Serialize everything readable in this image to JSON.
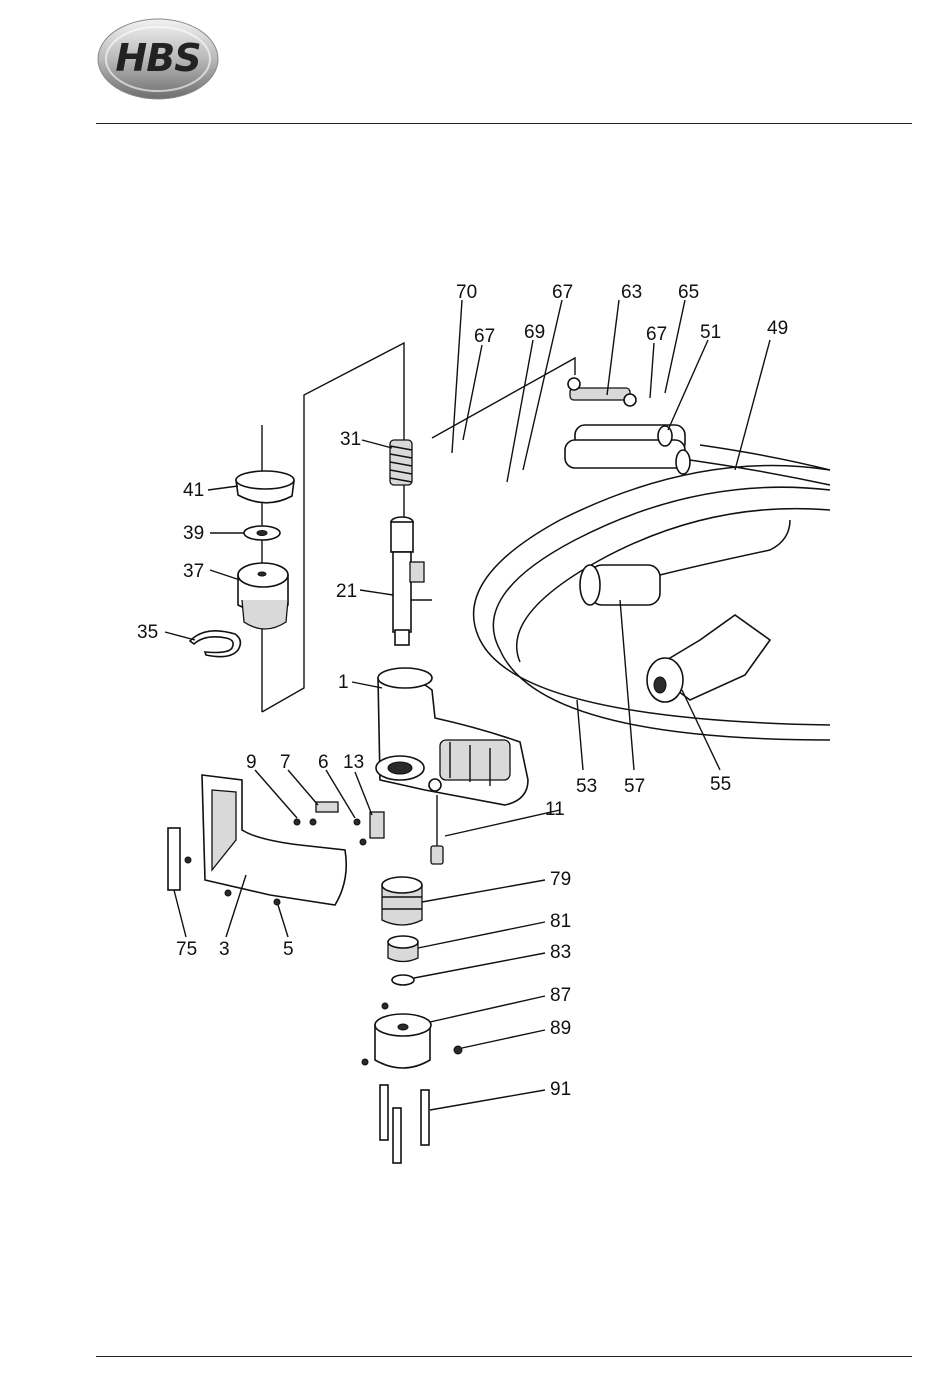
{
  "header": {
    "logo_text": "HBS"
  },
  "callouts": [
    {
      "id": "c70",
      "label": "70"
    },
    {
      "id": "c67a",
      "label": "67"
    },
    {
      "id": "c67b",
      "label": "67"
    },
    {
      "id": "c69",
      "label": "69"
    },
    {
      "id": "c63",
      "label": "63"
    },
    {
      "id": "c65",
      "label": "65"
    },
    {
      "id": "c67c",
      "label": "67"
    },
    {
      "id": "c51",
      "label": "51"
    },
    {
      "id": "c49",
      "label": "49"
    },
    {
      "id": "c31",
      "label": "31"
    },
    {
      "id": "c41",
      "label": "41"
    },
    {
      "id": "c39",
      "label": "39"
    },
    {
      "id": "c37",
      "label": "37"
    },
    {
      "id": "c21",
      "label": "21"
    },
    {
      "id": "c35",
      "label": "35"
    },
    {
      "id": "c1",
      "label": "1"
    },
    {
      "id": "c57",
      "label": "57"
    },
    {
      "id": "c55",
      "label": "55"
    },
    {
      "id": "c53",
      "label": "53"
    },
    {
      "id": "c9",
      "label": "9"
    },
    {
      "id": "c7",
      "label": "7"
    },
    {
      "id": "c6",
      "label": "6"
    },
    {
      "id": "c13",
      "label": "13"
    },
    {
      "id": "c11",
      "label": "11"
    },
    {
      "id": "c79",
      "label": "79"
    },
    {
      "id": "c81",
      "label": "81"
    },
    {
      "id": "c83",
      "label": "83"
    },
    {
      "id": "c87",
      "label": "87"
    },
    {
      "id": "c89",
      "label": "89"
    },
    {
      "id": "c91",
      "label": "91"
    },
    {
      "id": "c75",
      "label": "75"
    },
    {
      "id": "c3",
      "label": "3"
    },
    {
      "id": "c5",
      "label": "5"
    }
  ]
}
